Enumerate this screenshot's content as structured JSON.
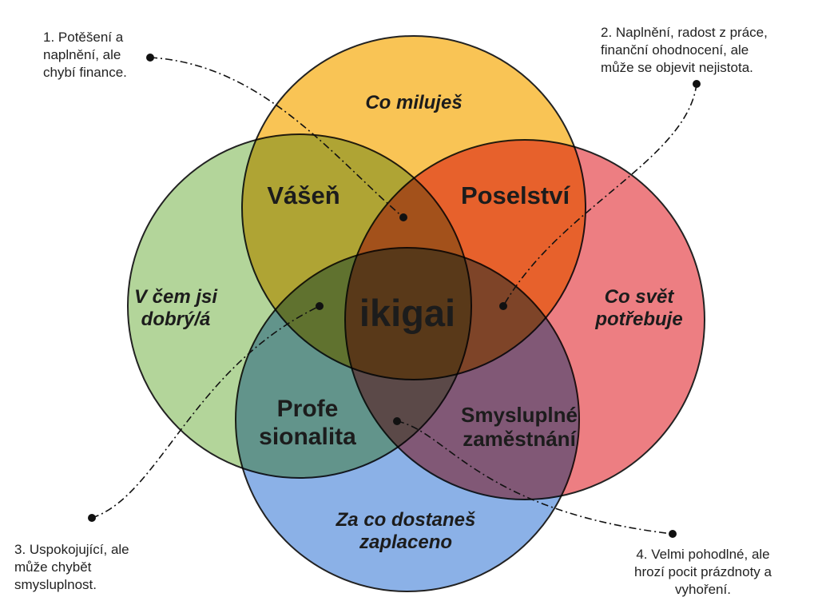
{
  "circles": [
    {
      "id": "love",
      "color": "#f7b325",
      "label": "Co miluješ"
    },
    {
      "id": "good",
      "color": "#9dc97e",
      "label": "V čem jsi\ndobrý/á"
    },
    {
      "id": "needs",
      "color": "#e85a5f",
      "label": "Co svět\npotřebuje"
    },
    {
      "id": "paid",
      "color": "#6a9be0",
      "label": "Za co dostaneš\nzaplaceno"
    }
  ],
  "intersections": {
    "passion": "Vášeň",
    "mission": "Poselství",
    "profession": "Profe\nsionalita",
    "vocation": "Smysluplné\nzaměstnání",
    "center": "ikigai"
  },
  "notes": [
    {
      "id": "note-1",
      "text": "1. Potěšení a\nnaplnění, ale\nchybí finance."
    },
    {
      "id": "note-2",
      "text": "2. Naplnění, radost z práce,\nfinanční ohodnocení, ale\nmůže se objevit nejistota."
    },
    {
      "id": "note-3",
      "text": "3. Uspokojující, ale\nmůže chybět\nsmysluplnost."
    },
    {
      "id": "note-4",
      "text": "4. Velmi pohodlné, ale\nhrozí pocit prázdnoty a\nvyhoření."
    }
  ]
}
